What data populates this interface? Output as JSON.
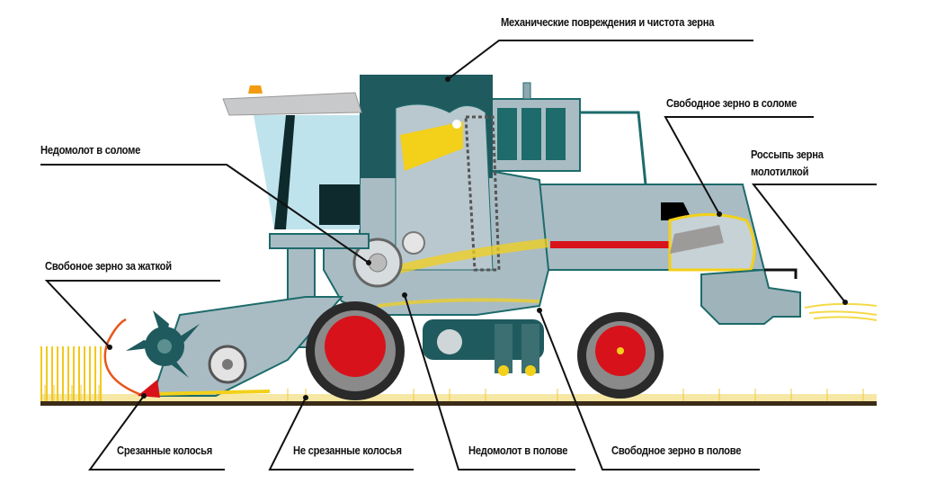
{
  "diagram": {
    "subject": "Combine harvester grain loss points",
    "colors": {
      "body_light": "#a9bcc4",
      "body_mid": "#8fa7b0",
      "body_dark_teal": "#1f5a5e",
      "outline_teal": "#1d6b6b",
      "glass": "#bfe3ec",
      "grain_yellow": "#f3d01a",
      "wheel_red": "#d8121b",
      "reel_orange": "#e8561c",
      "leader_line": "#111111",
      "soil": "#3b2b17"
    },
    "labels": {
      "top": "Механические повреждения и чистота зерна",
      "straw_underthreshed": "Недомолот в соломе",
      "free_grain_straw": "Свободное зерно в соломе",
      "thresher_spill_line1": "Россыпь зерна",
      "thresher_spill_line2": "молотилкой",
      "header_free_grain": "Свобоное зерно за жаткой",
      "cut_ears": "Срезанные колосья",
      "uncut_ears": "Не срезанные колосья",
      "chaff_underthreshed": "Недомолот в полове",
      "free_grain_chaff": "Свободное зерно в полове"
    }
  }
}
